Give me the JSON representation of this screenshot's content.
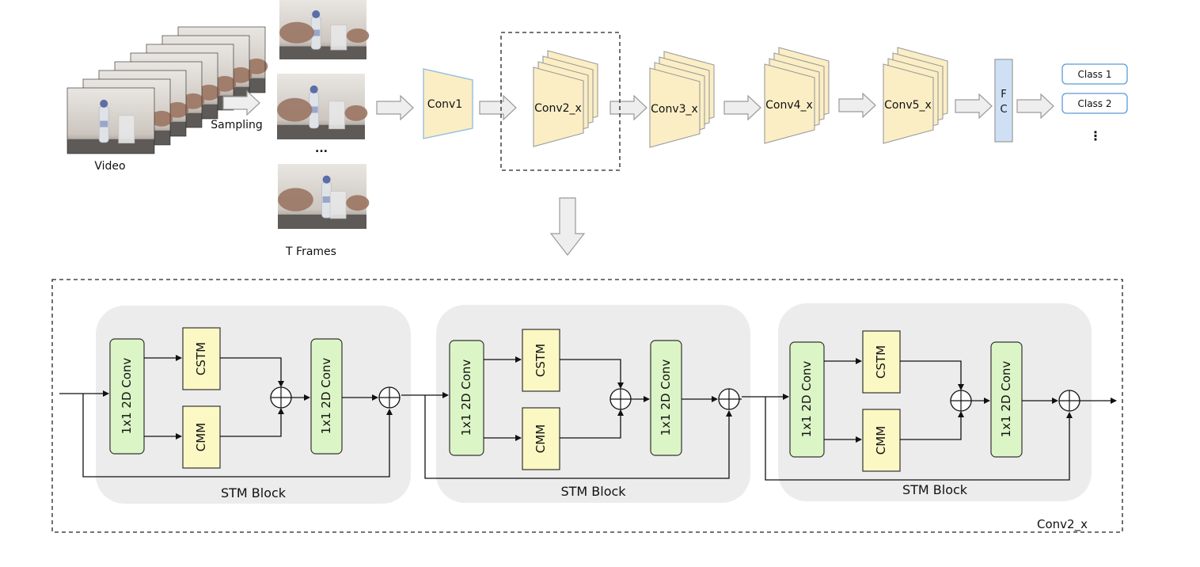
{
  "top": {
    "video_label": "Video",
    "sampling_label": "Sampling",
    "frames_label": "T Frames",
    "ellipsis": "...",
    "stages": [
      {
        "id": "conv1",
        "label": "Conv1"
      },
      {
        "id": "conv2",
        "label": "Conv2_x"
      },
      {
        "id": "conv3",
        "label": "Conv3_x"
      },
      {
        "id": "conv4",
        "label": "Conv4_x"
      },
      {
        "id": "conv5",
        "label": "Conv5_x"
      }
    ],
    "fc": {
      "line1": "F",
      "line2": "C"
    },
    "classes": [
      "Class 1",
      "Class 2"
    ],
    "classes_more": "⋮"
  },
  "bottom": {
    "container_label": "Conv2_x",
    "blocks": [
      {
        "title": "STM Block",
        "conv_in": "1x1 2D Conv",
        "cstm": "CSTM",
        "cmm": "CMM",
        "conv_out": "1x1 2D Conv"
      },
      {
        "title": "STM Block",
        "conv_in": "1x1 2D Conv",
        "cstm": "CSTM",
        "cmm": "CMM",
        "conv_out": "1x1 2D Conv"
      },
      {
        "title": "STM Block",
        "conv_in": "1x1 2D Conv",
        "cstm": "CSTM",
        "cmm": "CMM",
        "conv_out": "1x1 2D Conv"
      }
    ]
  },
  "colors": {
    "conv_fill": "#fbeec5",
    "fc_fill": "#cfe0f5",
    "class_border": "#5b9bd5",
    "green_fill": "#dcf5c6",
    "yellow_fill": "#fbf8c4",
    "block_bg": "#ececec",
    "arrow_fill": "#eeeeee"
  }
}
